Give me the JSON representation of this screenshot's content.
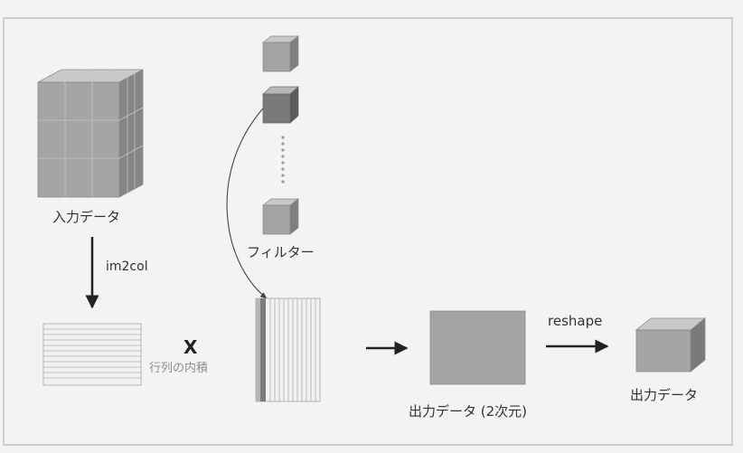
{
  "labels": {
    "input_data": "入力データ",
    "im2col": "im2col",
    "multiply": "X",
    "dot_product": "行列の内積",
    "filter": "フィルター",
    "reshape": "reshape",
    "output_2d": "出力データ (2次元)",
    "output_data": "出力データ"
  },
  "colors": {
    "background": "#f3f3f1",
    "frame": "#b5b5b5",
    "cube_front": "#a3a3a3",
    "cube_top": "#c9c9c9",
    "cube_side": "#7f7f7f",
    "highlight_filter": "#7c7c7c",
    "arrow": "#222222"
  }
}
